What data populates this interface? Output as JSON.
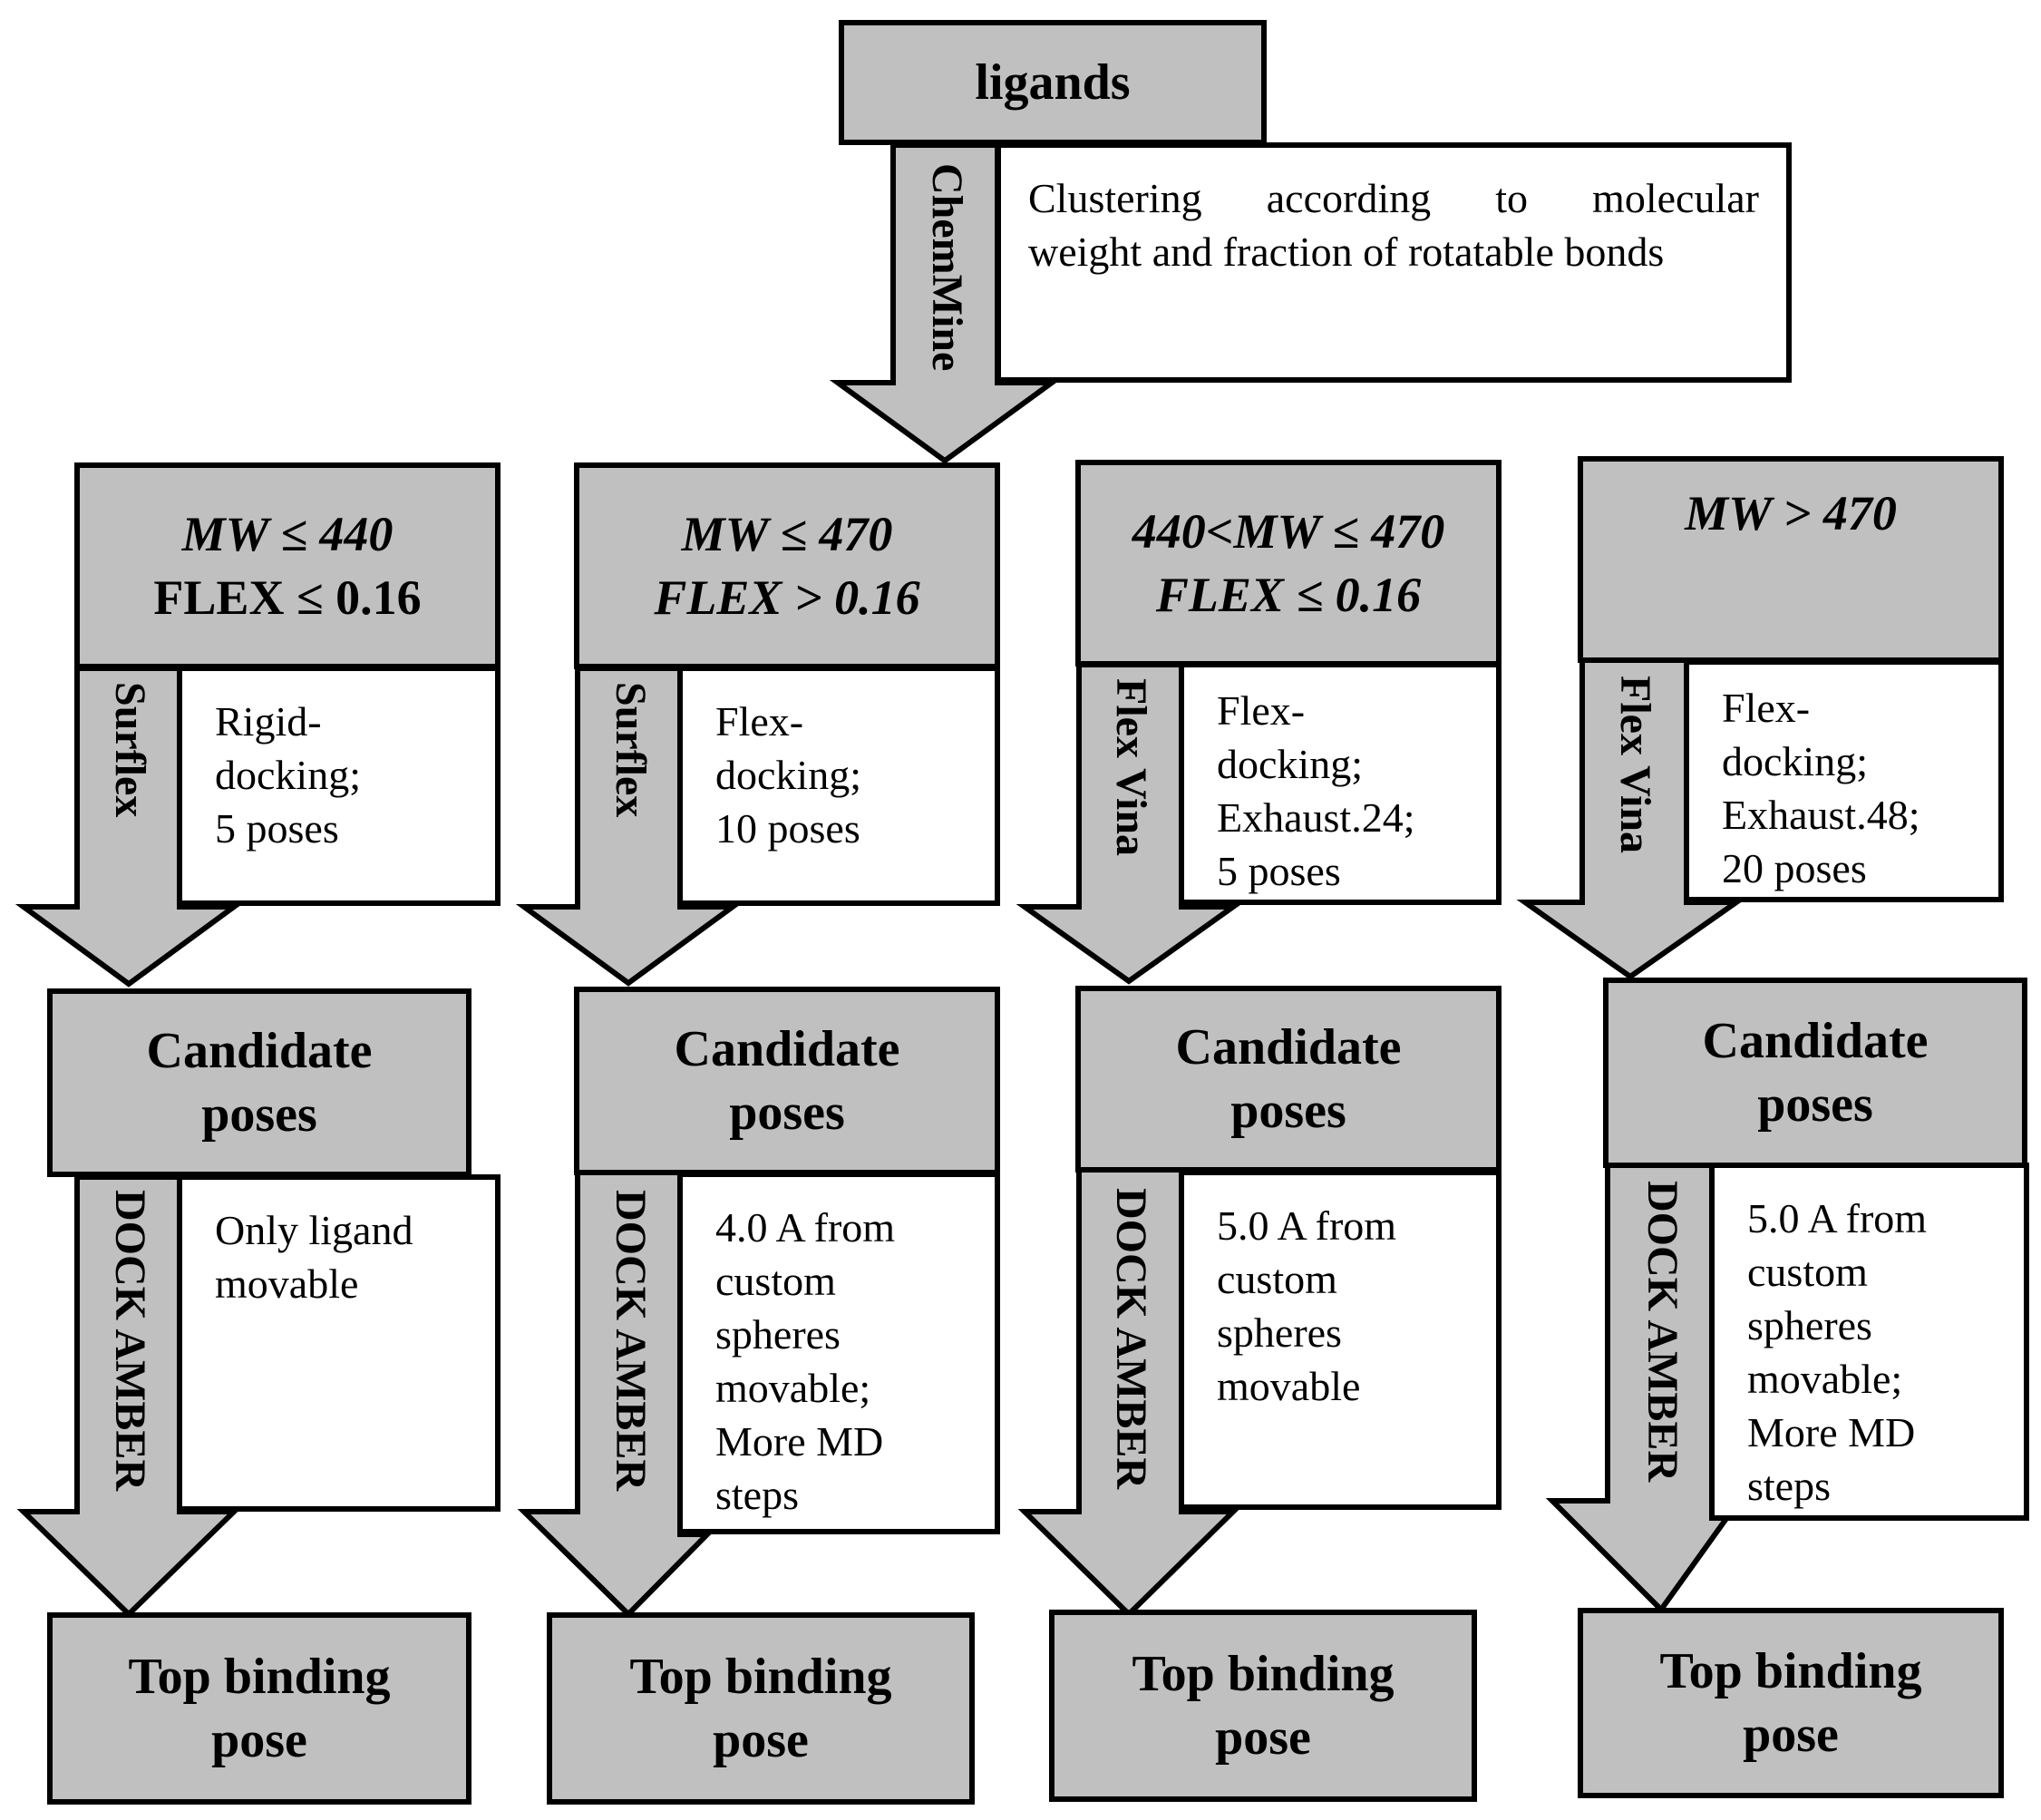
{
  "top": {
    "title": "ligands",
    "method": "ChemMine",
    "note_line1_words": [
      "Clustering",
      "according",
      "to",
      "molecular"
    ],
    "note_line2": "weight and fraction of rotatable bonds"
  },
  "columns": [
    {
      "cond_line1": "MW ≤ 440",
      "cond_line2": "FLEX ≤ 0.16",
      "dock_method": "Surflex",
      "dock_note": [
        "Rigid-",
        "docking;",
        "5 poses"
      ],
      "candidate_line1": "Candidate",
      "candidate_line2": "poses",
      "refine_method": "DOCK AMBER",
      "refine_note": [
        "Only ligand",
        "movable"
      ],
      "result_line1": "Top binding",
      "result_line2": "pose"
    },
    {
      "cond_line1": "MW ≤ 470",
      "cond_line2": "FLEX > 0.16",
      "dock_method": "Surflex",
      "dock_note": [
        "Flex-",
        "docking;",
        "10 poses"
      ],
      "candidate_line1": "Candidate",
      "candidate_line2": "poses",
      "refine_method": "DOCK AMBER",
      "refine_note": [
        "4.0 A from",
        "custom",
        "spheres",
        "movable;",
        "More MD",
        "steps"
      ],
      "result_line1": "Top binding",
      "result_line2": "pose"
    },
    {
      "cond_line1": "440<MW ≤ 470",
      "cond_line2": "FLEX ≤ 0.16",
      "dock_method": "Flex Vina",
      "dock_note": [
        "Flex-",
        "docking;",
        "Exhaust.24;",
        "5 poses"
      ],
      "candidate_line1": "Candidate",
      "candidate_line2": "poses",
      "refine_method": "DOCK AMBER",
      "refine_note": [
        "5.0 A from",
        "custom",
        "spheres",
        "movable"
      ],
      "result_line1": "Top binding",
      "result_line2": "pose"
    },
    {
      "cond_line1": "MW > 470",
      "cond_line2": "",
      "dock_method": "Flex Vina",
      "dock_note": [
        "Flex-",
        "docking;",
        "Exhaust.48;",
        "20 poses"
      ],
      "candidate_line1": "Candidate",
      "candidate_line2": "poses",
      "refine_method": "DOCK AMBER",
      "refine_note": [
        "5.0 A from",
        "custom",
        "spheres",
        "movable;",
        "More MD",
        "steps"
      ],
      "result_line1": "Top binding",
      "result_line2": "pose"
    }
  ],
  "colors": {
    "box_fill": "#c0c0c0",
    "border": "#000000",
    "background": "#ffffff"
  }
}
